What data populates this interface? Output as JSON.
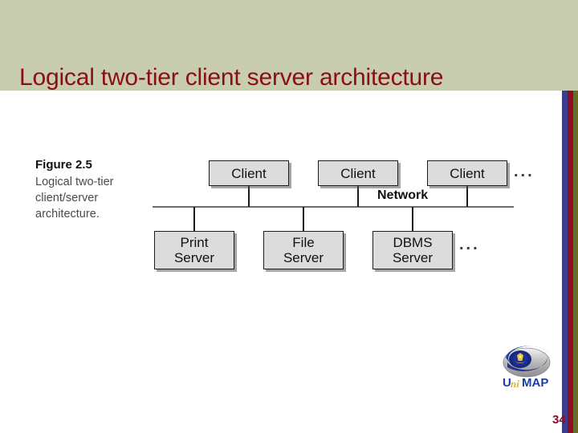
{
  "slide": {
    "title": "Logical two-tier client server architecture",
    "page_number": "34",
    "header_bg": "#c8cdb0",
    "title_color": "#8b0f12"
  },
  "edge_stripes": [
    {
      "name": "blue",
      "color": "#3b3e8c"
    },
    {
      "name": "red",
      "color": "#8b0f25"
    },
    {
      "name": "olive",
      "color": "#6a6b28"
    }
  ],
  "figure": {
    "label": "Figure 2.5",
    "caption_lines": [
      "Logical two-tier",
      "client/server",
      "architecture."
    ]
  },
  "diagram": {
    "network_label": "Network",
    "ellipsis_clients": "...",
    "ellipsis_servers": "...",
    "clients": [
      {
        "label": "Client"
      },
      {
        "label": "Client"
      },
      {
        "label": "Client"
      }
    ],
    "servers": [
      {
        "line1": "Print",
        "line2": "Server"
      },
      {
        "line1": "File",
        "line2": "Server"
      },
      {
        "line1": "DBMS",
        "line2": "Server"
      }
    ],
    "box_fill": "#dcdcdc",
    "box_border": "#1b1b1b"
  },
  "logo": {
    "text_uni": "Uni",
    "text_map": "MAP",
    "alt": "UniMAP logo"
  }
}
